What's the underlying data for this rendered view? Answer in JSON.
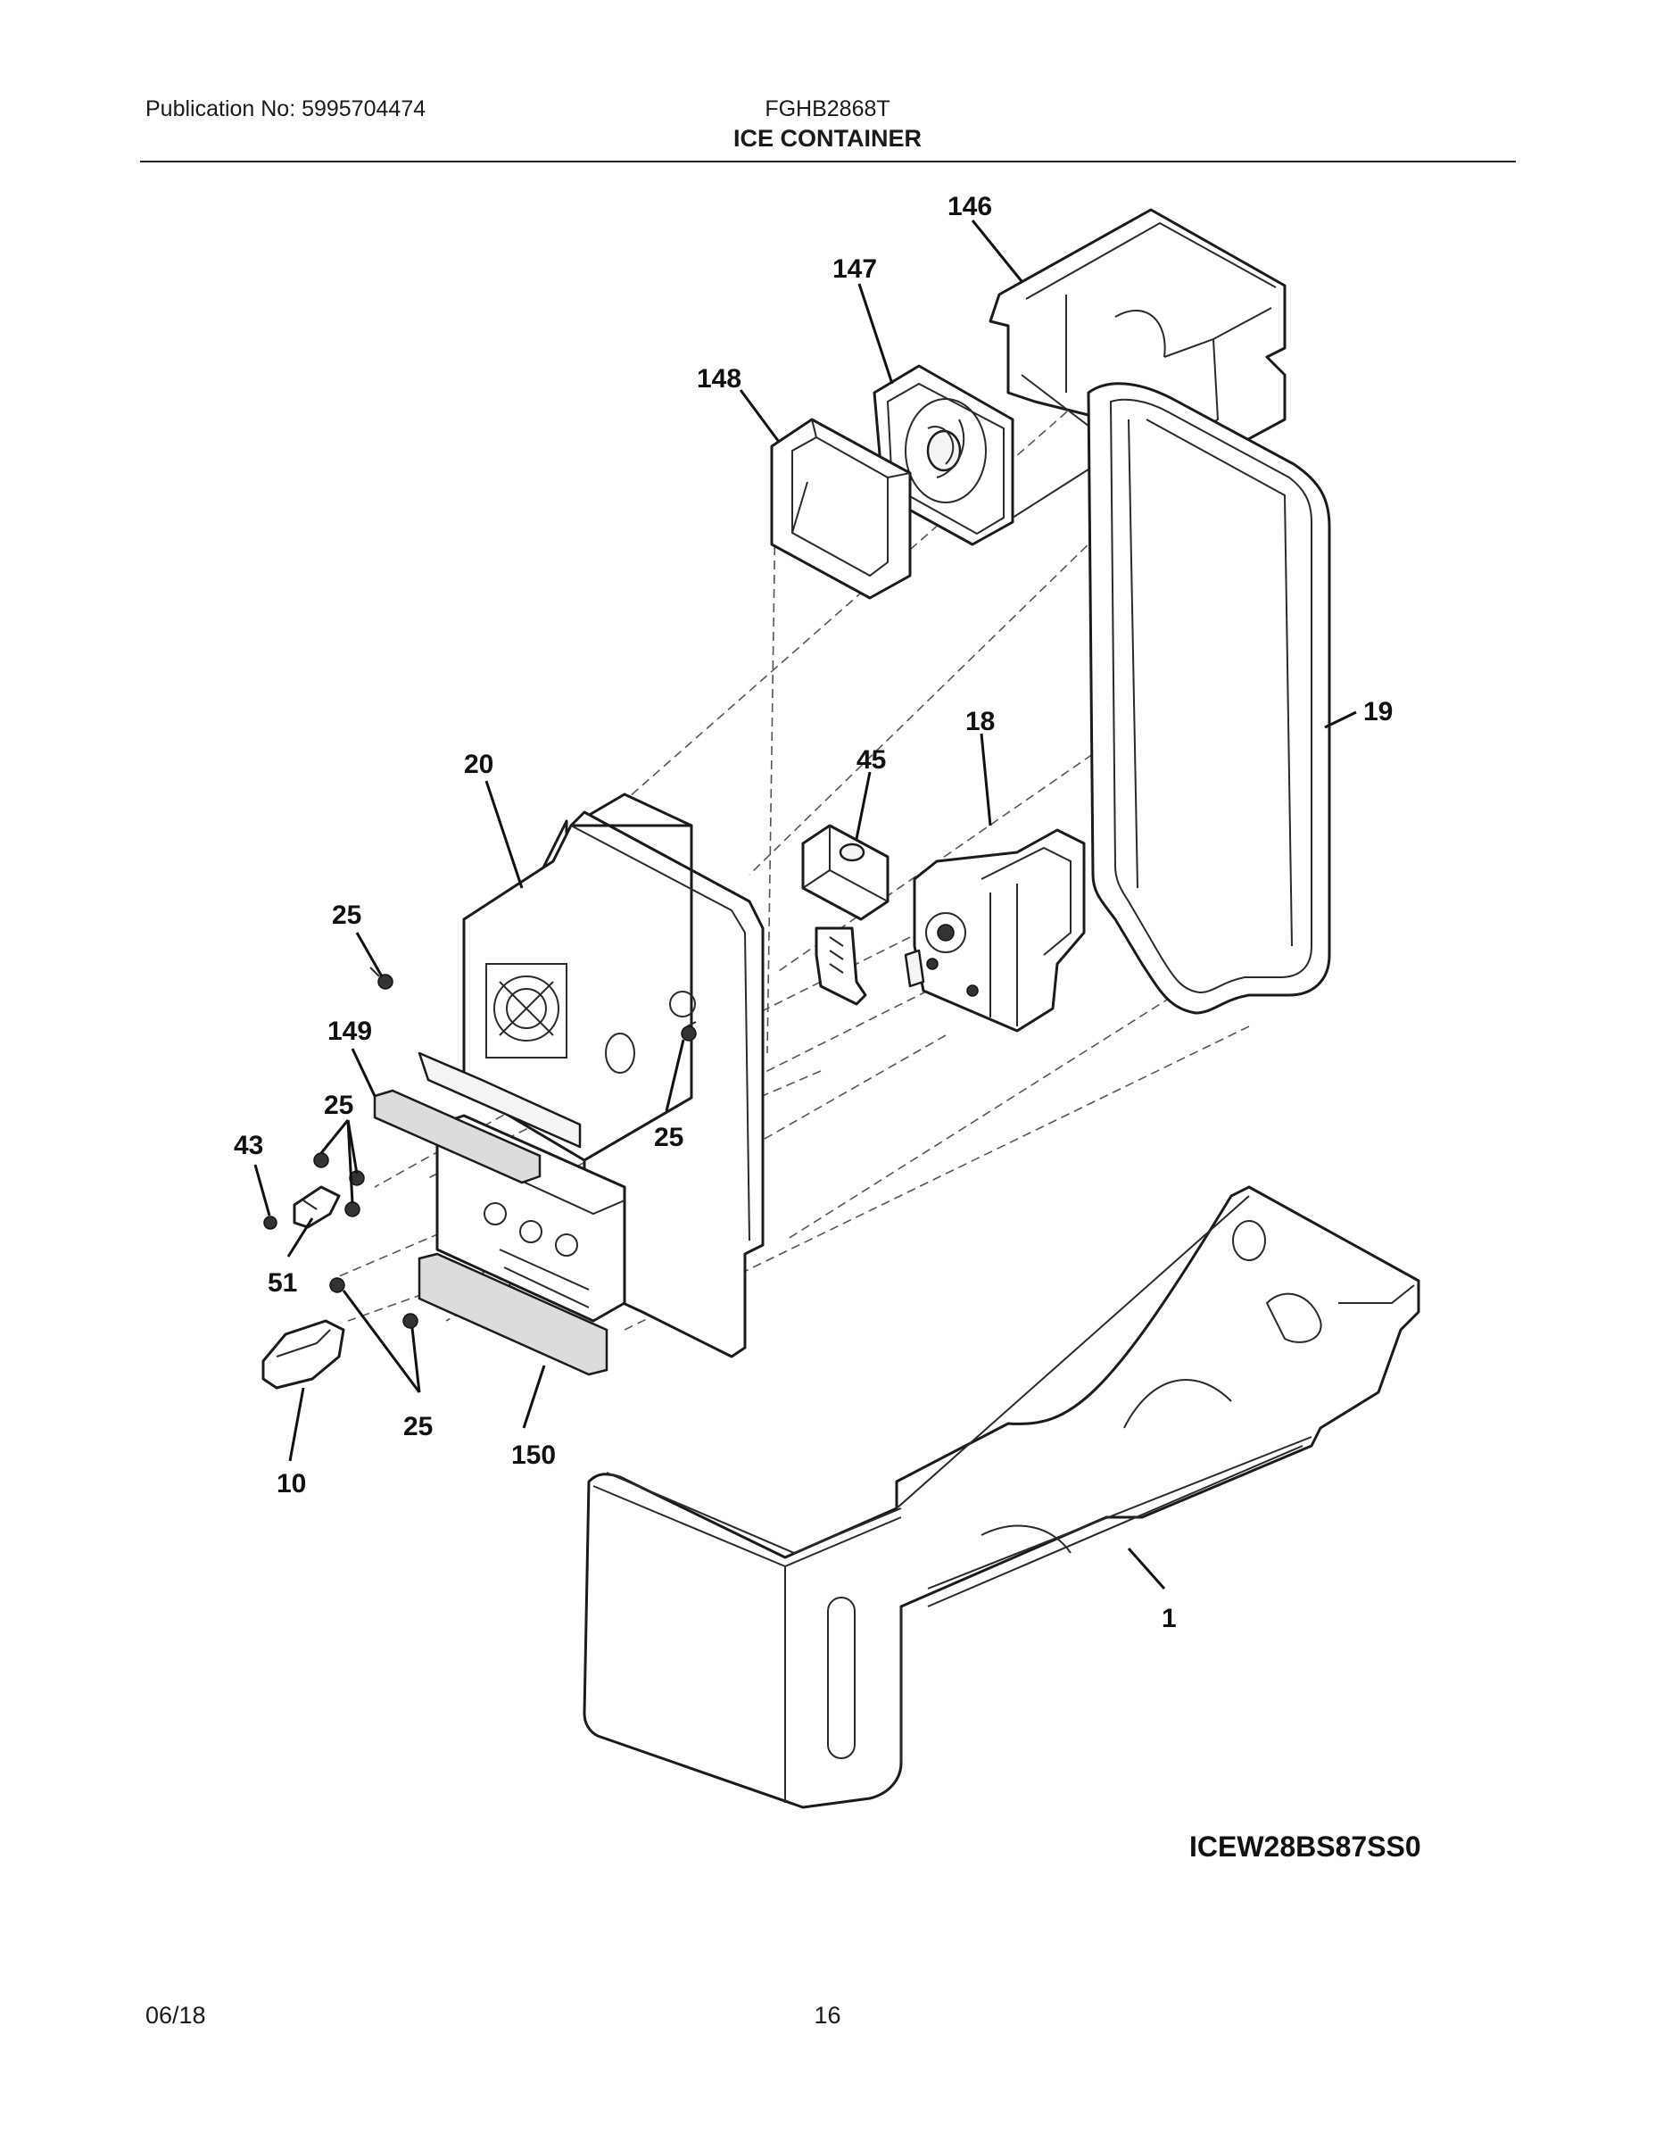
{
  "header": {
    "publication": "Publication No: 5995704474",
    "model": "FGHB2868T",
    "title": "ICE CONTAINER"
  },
  "callouts": {
    "c146": "146",
    "c147": "147",
    "c148": "148",
    "c19": "19",
    "c18": "18",
    "c45": "45",
    "c20": "20",
    "c25a": "25",
    "c149": "149",
    "c25b": "25",
    "c25c": "25",
    "c43": "43",
    "c51": "51",
    "c25d": "25",
    "c150": "150",
    "c10": "10",
    "c1": "1"
  },
  "diagram_code": "ICEW28BS87SS0",
  "footer": {
    "date": "06/18",
    "page": "16"
  }
}
